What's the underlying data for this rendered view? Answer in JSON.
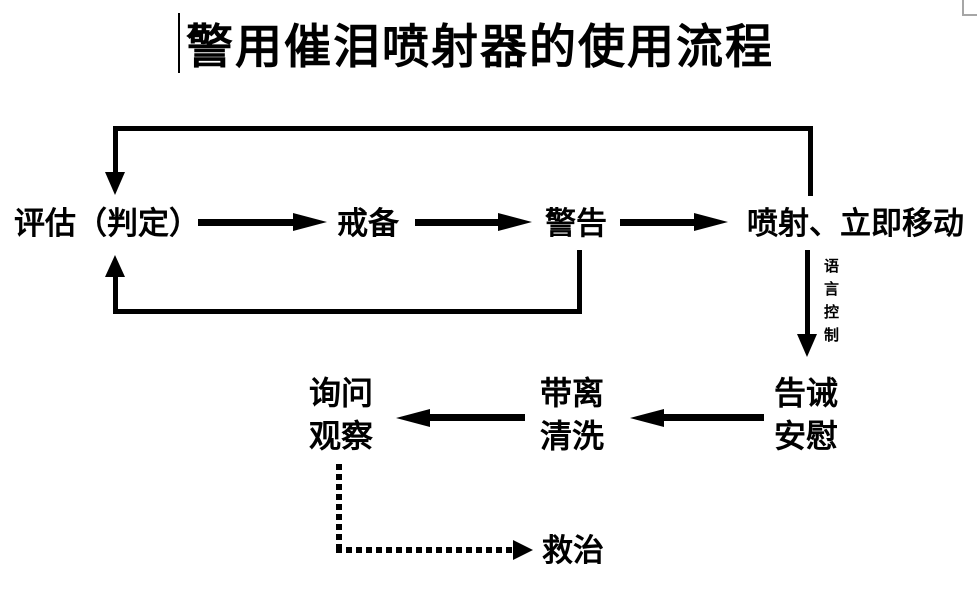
{
  "title": "警用催泪喷射器的使用流程",
  "nodes": {
    "assess": "评估（判定）",
    "standby": "戒备",
    "warn": "警告",
    "spray_move": "喷射、立即移动",
    "admonish_line1": "告诫",
    "admonish_line2": "安慰",
    "remove_line1": "带离",
    "remove_line2": "清洗",
    "inquire_line1": "询问",
    "inquire_line2": "观察",
    "treat": "救治"
  },
  "edge_label_vertical": {
    "text": "语言控制",
    "chars": [
      "语",
      "言",
      "控",
      "制"
    ]
  },
  "colors": {
    "ink": "#000000",
    "background": "#ffffff",
    "corner_mark": "#a6a6a6"
  }
}
